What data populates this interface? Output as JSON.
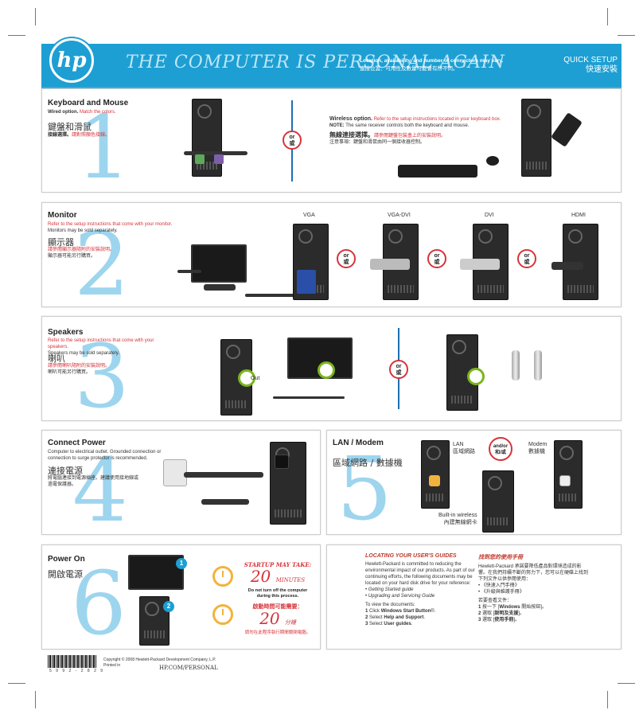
{
  "header": {
    "slogan": "THE COMPUTER IS PERSONAL AGAIN",
    "location_en": "Location, availability, and number of connectors may vary.",
    "location_zh": "連接位置、可用性及數量可能會有所不同。",
    "quick_setup_en": "QUICK SETUP",
    "quick_setup_zh": "快速安裝",
    "logo_text": "hp"
  },
  "panels": {
    "keyboard": {
      "number": "1",
      "title": "Keyboard and Mouse",
      "wired_label": "Wired option.",
      "wired_text": "Match the colors.",
      "zh_title": "鍵盤和滑鼠",
      "zh_wired": "接線選擇。",
      "zh_wired_text": "請對照顏色接線。",
      "or": "or",
      "or_zh": "或",
      "wireless_label": "Wireless option.",
      "wireless_text": "Refer to the setup instructions located in your keyboard box.",
      "wireless_note_label": "NOTE:",
      "wireless_note": "The same receiver controls both the keyboard and mouse.",
      "zh_wireless": "無線連接選擇。",
      "zh_wireless_text": "請參閱鍵盤包裝盒上的安裝說明。",
      "zh_wireless_note": "注意事項：鍵盤和滑鼠由同一個接收器控制。"
    },
    "monitor": {
      "number": "2",
      "title": "Monitor",
      "text_red": "Refer to the setup instructions that come with your monitor.",
      "text": "Monitors may be sold separately.",
      "zh_title": "顯示器",
      "zh_red": "請參閱顯示器隨附的安裝說明。",
      "zh_text": "顯示器可能另行購買。",
      "labels": [
        "VGA",
        "VGA-DVI",
        "DVI",
        "HDMI"
      ],
      "or": "or",
      "or_zh": "或"
    },
    "speakers": {
      "number": "3",
      "title": "Speakers",
      "text_red": "Refer to the setup instructions that come with your speakers.",
      "text": "Speakers may be sold separately.",
      "zh_title": "喇叭",
      "zh_red": "請參閱喇叭隨附的安裝說明。",
      "zh_text": "喇叭可能另行購買。",
      "jack_label": "Out",
      "or": "or",
      "or_zh": "或"
    },
    "power": {
      "number": "4",
      "title": "Connect Power",
      "text": "Computer to electrical outlet. Grounded connection or connection to surge protector is recommended.",
      "zh_title": "連接電源",
      "zh_text": "將電腦連接到電源插座。建議使用接地線或過電保護器。"
    },
    "lan": {
      "number": "5",
      "title": "LAN / Modem",
      "zh_title": "區域網路 / 數據機",
      "lan_label": "LAN",
      "lan_zh": "區域網路",
      "andor": "and/or",
      "andor_zh": "和/或",
      "modem_label": "Modem",
      "modem_zh": "數據機",
      "wireless_label": "Built-in wireless",
      "wireless_zh": "內建無線網卡"
    },
    "power_on": {
      "number": "6",
      "title": "Power On",
      "zh_title": "開啟電源",
      "badge1": "1",
      "badge2": "2",
      "startup_title": "STARTUP MAY TAKE:",
      "minutes_value": "20",
      "minutes_label": "MINUTES",
      "startup_note": "Do not turn off the computer during this process.",
      "zh_startup_title": "啟動時間可能需要：",
      "zh_minutes_label": "分鐘",
      "zh_startup_note": "請勿在此程序執行期間關閉電腦。"
    },
    "guides": {
      "title": "LOCATING YOUR USER'S GUIDES",
      "intro": "Hewlett-Packard is committed to reducing the environmental impact of our products. As part of our continuing efforts, the following documents may be located on your hard disk drive for your reference:",
      "docs": [
        "Getting Started guide",
        "Upgrading and Servicing Guide"
      ],
      "view_intro": "To view the documents:",
      "steps": [
        {
          "num": "1",
          "pre": "Click ",
          "bold": "Windows Start Button",
          "post": "®."
        },
        {
          "num": "2",
          "pre": "Select ",
          "bold": "Help and Support",
          "post": "."
        },
        {
          "num": "3",
          "pre": "Select ",
          "bold": "User guides",
          "post": "."
        }
      ],
      "zh_title": "找到您的使用手冊",
      "zh_intro": "Hewlett-Packard 承諾要降低產品對環境造成的影響。在我們持續不斷的努力下，您可以在硬碟上找到下列文件以供參閱使用：",
      "zh_docs": [
        "《快速入門手冊》",
        "《升級與維護手冊》"
      ],
      "zh_view_intro": "若要查看文件：",
      "zh_steps": [
        {
          "num": "1",
          "pre": "按一下 [",
          "bold": "Windows",
          "post": " 開始按鈕]。"
        },
        {
          "num": "2",
          "pre": "選取 [",
          "bold": "說明及支援",
          "post": "]。"
        },
        {
          "num": "3",
          "pre": "選取 [",
          "bold": "使用手冊",
          "post": "]。"
        }
      ]
    }
  },
  "footer": {
    "barcode_number": "5 9 9 2 - 2 8 2 9",
    "copyright": "Copyright © 2008 Hewlett-Packard Development Company, L.P.",
    "printed": "Printed in",
    "website": "HP.COM/PERSONAL"
  },
  "colors": {
    "brand_blue": "#1d9fd3",
    "number_blue": "#9ed5ee",
    "accent_red": "#d6333a",
    "clock_orange": "#f2b33d",
    "jack_green": "#7ab51d"
  }
}
